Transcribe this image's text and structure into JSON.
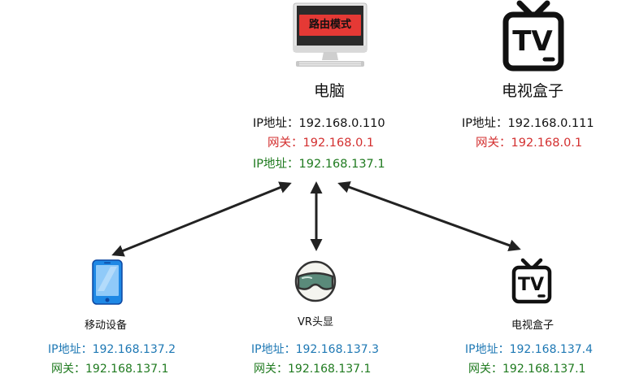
{
  "computer": {
    "mode_label": "路由模式",
    "name": "电脑",
    "ip1_label": "IP地址：",
    "ip1_value": "192.168.0.110",
    "gw_label": "网关：",
    "gw_value": "192.168.0.1",
    "ip2_label": "IP地址：",
    "ip2_value": "192.168.137.1"
  },
  "tvbox_top": {
    "icon_text": "TV",
    "name": "电视盒子",
    "ip_label": "IP地址：",
    "ip_value": "192.168.0.111",
    "gw_label": "网关：",
    "gw_value": "192.168.0.1"
  },
  "mobile": {
    "name": "移动设备",
    "ip_label": "IP地址：",
    "ip_value": "192.168.137.2",
    "gw_label": "网关：",
    "gw_value": "192.168.137.1"
  },
  "vr": {
    "name": "VR头显",
    "ip_label": "IP地址：",
    "ip_value": "192.168.137.3",
    "gw_label": "网关：",
    "gw_value": "192.168.137.1"
  },
  "tvbox_bottom": {
    "icon_text": "TV",
    "name": "电视盒子",
    "ip_label": "IP地址：",
    "ip_value": "192.168.137.4",
    "gw_label": "网关：",
    "gw_value": "192.168.137.1"
  },
  "colors": {
    "public_gateway": "#d32f2f",
    "hotspot_ip": "#1f7a1f",
    "client_ip": "#1e78b4"
  }
}
